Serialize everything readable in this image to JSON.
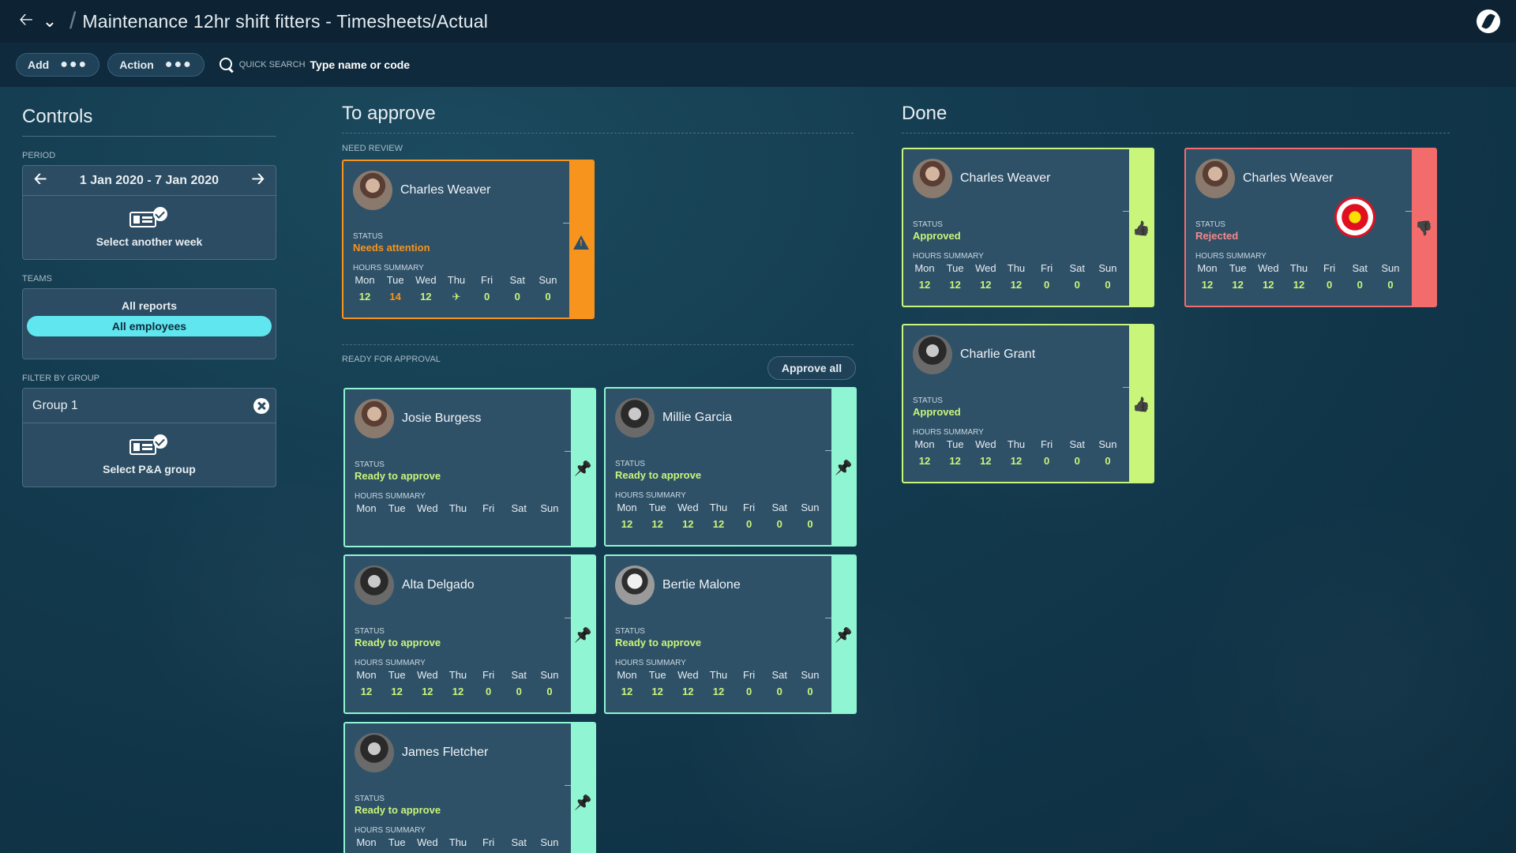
{
  "header": {
    "title": "Maintenance 12hr shift fitters - Timesheets/Actual"
  },
  "toolbar": {
    "add_label": "Add",
    "action_label": "Action",
    "dots": "●●●",
    "search_label": "QUICK SEARCH",
    "search_value": "Type name or  code"
  },
  "controls": {
    "title": "Controls",
    "period_label": "PERIOD",
    "period_value": "1 Jan 2020 - 7 Jan 2020",
    "select_week": "Select another week",
    "teams_label": "TEAMS",
    "teams": [
      "All reports",
      "All employees"
    ],
    "filter_label": "FILTER BY GROUP",
    "group_value": "Group 1",
    "select_group": "Select  P&A group"
  },
  "to_approve": {
    "title": "To approve",
    "need_review_label": "NEED REVIEW",
    "ready_label": "READY FOR APPROVAL",
    "approve_all": "Approve all"
  },
  "done": {
    "title": "Done"
  },
  "labels": {
    "status": "STATUS",
    "hours_summary": "HOURS SUMMARY"
  },
  "days": [
    "Mon",
    "Tue",
    "Wed",
    "Thu",
    "Fri",
    "Sat",
    "Sun"
  ],
  "colors": {
    "orange": "#f7941d",
    "mint": "#8ff5d2",
    "lime": "#c9f57a",
    "red": "#f36c6c",
    "approved_text": "#c9f57a",
    "ready_text": "#c9f57a",
    "rejected_text": "#f58a8a"
  },
  "cards": {
    "need_review": {
      "name": "Charles Weaver",
      "status": "Needs attention",
      "hours": [
        "12",
        "14",
        "12",
        "",
        "0",
        "0",
        "0"
      ]
    },
    "josie": {
      "name": "Josie Burgess",
      "status": "Ready to approve",
      "hours": [
        "",
        "",
        "",
        "",
        "",
        "",
        ""
      ]
    },
    "millie": {
      "name": "Millie Garcia",
      "status": "Ready to approve",
      "hours": [
        "12",
        "12",
        "12",
        "12",
        "0",
        "0",
        "0"
      ]
    },
    "alta": {
      "name": "Alta Delgado",
      "status": "Ready to approve",
      "hours": [
        "12",
        "12",
        "12",
        "12",
        "0",
        "0",
        "0"
      ]
    },
    "bertie": {
      "name": "Bertie Malone",
      "status": "Ready to approve",
      "hours": [
        "12",
        "12",
        "12",
        "12",
        "0",
        "0",
        "0"
      ]
    },
    "james": {
      "name": "James Fletcher",
      "status": "Ready to approve",
      "hours": [
        "",
        "",
        "",
        "",
        "",
        "",
        ""
      ]
    },
    "done1": {
      "name": "Charles Weaver",
      "status": "Approved",
      "hours": [
        "12",
        "12",
        "12",
        "12",
        "0",
        "0",
        "0"
      ]
    },
    "done2": {
      "name": "Charles Weaver",
      "status": "Rejected",
      "hours": [
        "12",
        "12",
        "12",
        "12",
        "0",
        "0",
        "0"
      ]
    },
    "done3": {
      "name": "Charlie Grant",
      "status": "Approved",
      "hours": [
        "12",
        "12",
        "12",
        "12",
        "0",
        "0",
        "0"
      ]
    }
  }
}
